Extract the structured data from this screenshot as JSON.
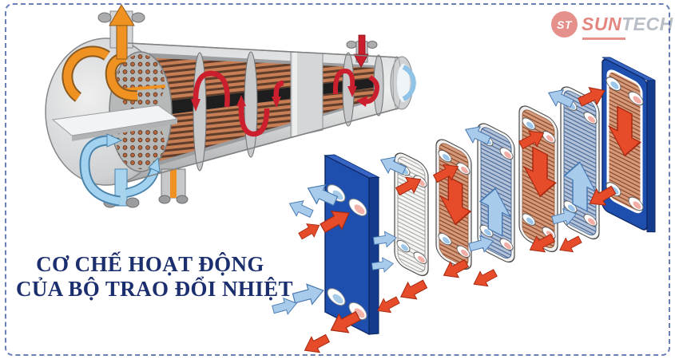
{
  "frame": {
    "border_color": "#3a55a0",
    "background": "#ffffff"
  },
  "logo": {
    "badge_text": "ST",
    "name_part1": "SUN",
    "name_part2": "TECH",
    "part1_color": "#d3372c",
    "part2_color": "#8a939f",
    "badge_color": "#d4473e"
  },
  "caption": {
    "line1": "CƠ CHẾ HOẠT ĐỘNG",
    "line2": "CỦA BỘ TRAO ĐỔI NHIỆT",
    "color": "#1b2e6e"
  },
  "colors": {
    "hot_outlet_arrow": "#ef9221",
    "cold_inlet_arrow": "#a3d2f0",
    "shell_flow_arrow": "#cc1f2d",
    "copper_tube": "#c77e55",
    "shell_gray": "#cfd1d3",
    "plate_frame_blue": "#1e4fae",
    "hot_plate": "#cc8b6d",
    "cold_plate": "#9db0c8",
    "hot_port": "#f2aea6",
    "cold_port": "#9cc6ea",
    "hot_plate_arrow": "#e64b2a",
    "cold_plate_arrow": "#a8cbec"
  }
}
